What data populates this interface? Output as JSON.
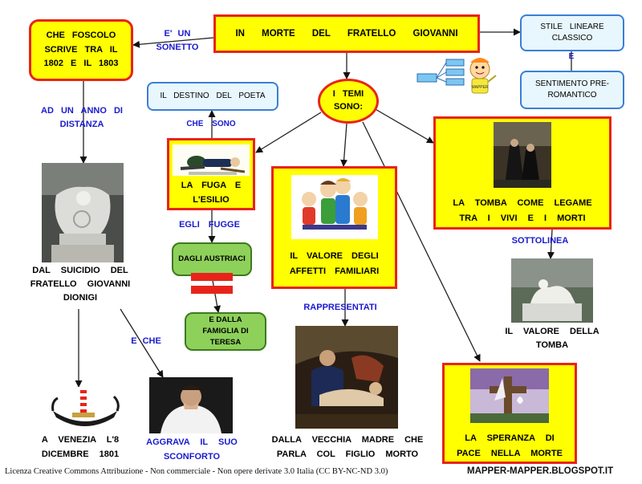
{
  "title_node": "IN MORTE DEL FRATELLO GIOVANNI",
  "foscolo_node": "CHE FOSCOLO SCRIVE TRA IL 1802 E IL 1803",
  "stile_node": "STILE LINEARE CLASSICO",
  "sentimento_node": "SENTIMENTO PRE-ROMANTICO",
  "temi_node": "I TEMI SONO:",
  "destino_node": "IL DESTINO DEL POETA",
  "fuga_caption": "LA FUGA E L'ESILIO",
  "affetti_caption": "IL VALORE DEGLI AFFETTI FAMILIARI",
  "tomba_caption": "LA TOMBA COME LEGAME TRA I VIVI E I MORTI",
  "speranza_caption": "LA SPERANZA DI PACE NELLA MORTE",
  "austriaci_node": "DAGLI AUSTRIACI",
  "famiglia_node": "E DALLA FAMIGLIA DI TERESA",
  "suicidio_text": "DAL SUICIDIO DEL FRATELLO GIOVANNI DIONIGI",
  "venezia_text": "A VENEZIA L'8 DICEMBRE 1801",
  "aggrava_text": "AGGRAVA IL SUO SCONFORTO",
  "valore_tomba_text": "IL VALORE DELLA TOMBA",
  "madre_text": "DALLA VECCHIA MADRE CHE PARLA COL FIGLIO MORTO",
  "link_labels": {
    "e_un_sonetto": "E' UN SONETTO",
    "ad_un_anno": "AD UN ANNO DI DISTANZA",
    "che_sono": "CHE SONO",
    "egli_fugge": "EGLI FUGGE",
    "e": "E",
    "e_che": "E CHE",
    "rappresentati": "RAPPRESENTATI",
    "sottolinea": "SOTTOLINEA"
  },
  "mini_mapper_label": "MAPPER",
  "footer_license": "Licenza Creative Commons Attribuzione - Non commerciale - Non opere derivate 3.0 Italia (CC BY-NC-ND 3.0)",
  "footer_site": "MAPPER-MAPPER.BLOGSPOT.IT",
  "colors": {
    "node_fill": "#ffff00",
    "node_border": "#e8241a",
    "link_label": "#1a1acf",
    "blue_box_border": "#3a7fd5",
    "green_box_fill": "#8ed15a"
  }
}
